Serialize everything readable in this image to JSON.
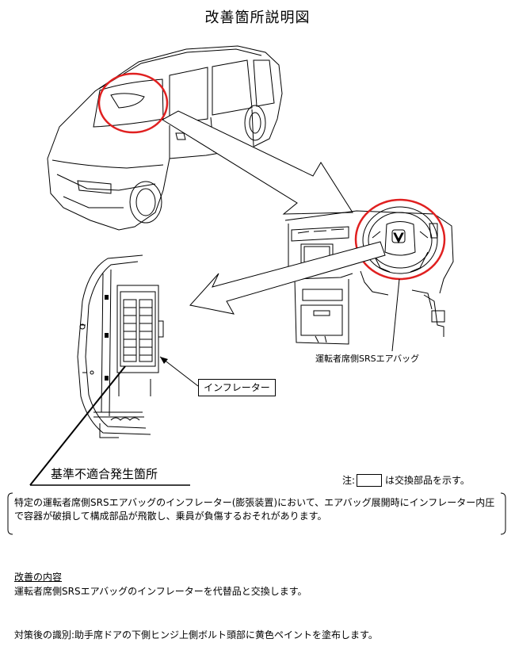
{
  "title": "改善箇所説明図",
  "labels": {
    "airbag": "運転者席側SRSエアバッグ",
    "inflator": "インフレーター",
    "defect_location": "基準不適合発生箇所"
  },
  "note": {
    "prefix": "注:",
    "suffix": "は交換部品を示す。"
  },
  "description": " 特定の運転者席側SRSエアバッグのインフレーター(膨張装置)において、エアバッグ展開時にインフレーター内圧で容器が破損して構成部品が飛散し、乗員が負傷するおそれがあります。",
  "improvement": {
    "heading": "改善の内容",
    "text": "運転者席側SRSエアバッグのインフレーターを代替品と交換します。"
  },
  "identification": "対策後の識別:助手席ドアの下側ヒンジ上側ボルト頭部に黄色ペイントを塗布します。",
  "colors": {
    "highlight": "#e02020",
    "line": "#000000"
  }
}
